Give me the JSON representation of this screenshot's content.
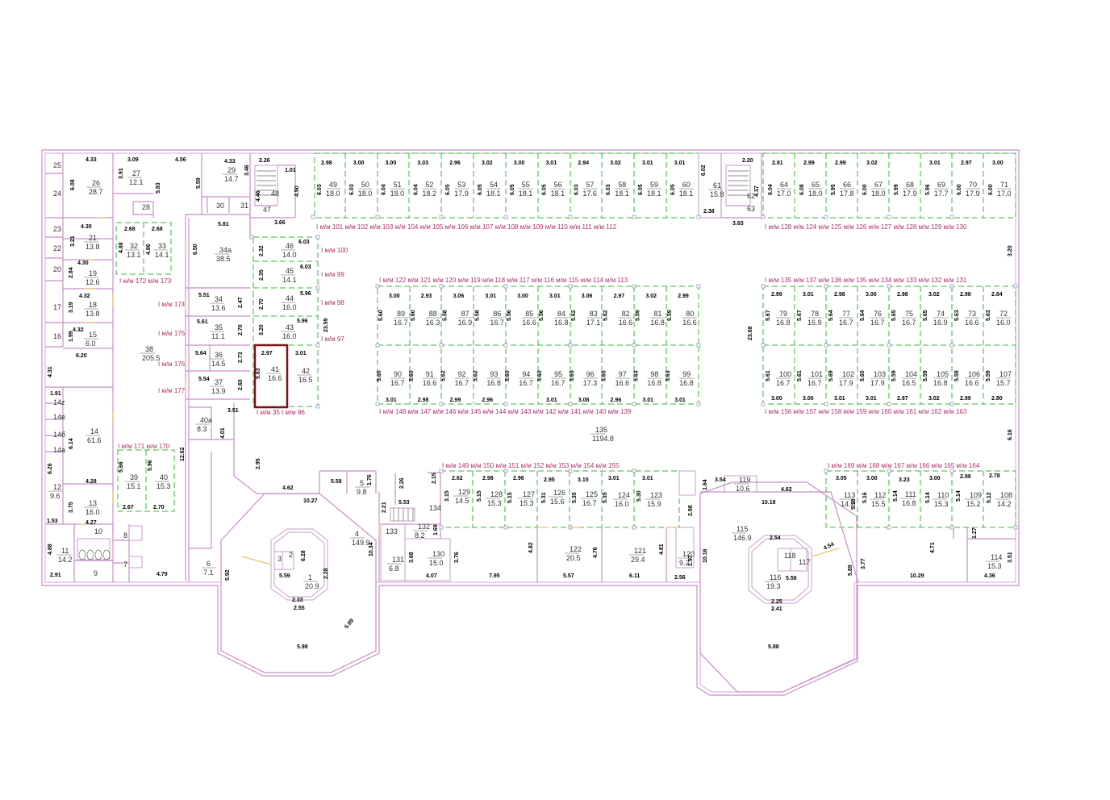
{
  "plan": {
    "selected_room": "41",
    "colors": {
      "wall": "#c78fc7",
      "parking_dash": "#33bb33",
      "parking_label": "#b0306a",
      "highlight": "#7a1414",
      "door": "#e7c46a"
    },
    "rooms": [
      {
        "id": "r25",
        "num": "25",
        "area": ""
      },
      {
        "id": "r24",
        "num": "24",
        "area": ""
      },
      {
        "id": "r26",
        "num": "26",
        "area": "28.7"
      },
      {
        "id": "r27",
        "num": "27",
        "area": "12.1"
      },
      {
        "id": "r28",
        "num": "28",
        "area": ""
      },
      {
        "id": "r29",
        "num": "29",
        "area": "14.7"
      },
      {
        "id": "r30",
        "num": "30",
        "area": ""
      },
      {
        "id": "r31",
        "num": "31",
        "area": ""
      },
      {
        "id": "r23",
        "num": "23",
        "area": ""
      },
      {
        "id": "r22",
        "num": "22",
        "area": ""
      },
      {
        "id": "r21",
        "num": "21",
        "area": "13.8"
      },
      {
        "id": "r20",
        "num": "20",
        "area": ""
      },
      {
        "id": "r19",
        "num": "19",
        "area": "12.6"
      },
      {
        "id": "r18",
        "num": "18",
        "area": "13.8"
      },
      {
        "id": "r17",
        "num": "17",
        "area": ""
      },
      {
        "id": "r16",
        "num": "16",
        "area": ""
      },
      {
        "id": "r15",
        "num": "15",
        "area": "6.0"
      },
      {
        "id": "r32",
        "num": "32",
        "area": "13.1"
      },
      {
        "id": "r33",
        "num": "33",
        "area": "14.1"
      },
      {
        "id": "r34a",
        "num": "34a",
        "area": "38.5"
      },
      {
        "id": "r34",
        "num": "34",
        "area": "13.6"
      },
      {
        "id": "r35",
        "num": "35",
        "area": "11.1"
      },
      {
        "id": "r36",
        "num": "36",
        "area": "14.5"
      },
      {
        "id": "r37",
        "num": "37",
        "area": "13.9"
      },
      {
        "id": "r38",
        "num": "38",
        "area": "205.5"
      },
      {
        "id": "r14",
        "num": "14",
        "area": "61.6"
      },
      {
        "id": "r14z",
        "num": "14z",
        "area": ""
      },
      {
        "id": "r14v",
        "num": "14в",
        "area": ""
      },
      {
        "id": "r14b",
        "num": "14б",
        "area": ""
      },
      {
        "id": "r14a",
        "num": "14а",
        "area": ""
      },
      {
        "id": "r12",
        "num": "12",
        "area": "9.6"
      },
      {
        "id": "r13",
        "num": "13",
        "area": "16.0"
      },
      {
        "id": "r10",
        "num": "10",
        "area": ""
      },
      {
        "id": "r11",
        "num": "11",
        "area": "14.2"
      },
      {
        "id": "r9",
        "num": "9",
        "area": ""
      },
      {
        "id": "r8",
        "num": "8",
        "area": ""
      },
      {
        "id": "r7",
        "num": "7",
        "area": ""
      },
      {
        "id": "r39",
        "num": "39",
        "area": "15.1"
      },
      {
        "id": "r40",
        "num": "40",
        "area": "15.3"
      },
      {
        "id": "r40a",
        "num": "40a",
        "area": "8.3"
      },
      {
        "id": "r6",
        "num": "6",
        "area": "7.1"
      },
      {
        "id": "r46",
        "num": "46",
        "area": "14.0"
      },
      {
        "id": "r45",
        "num": "45",
        "area": "14.1"
      },
      {
        "id": "r44",
        "num": "44",
        "area": "16.0"
      },
      {
        "id": "r43",
        "num": "43",
        "area": "16.0"
      },
      {
        "id": "r41",
        "num": "41",
        "area": "16.6"
      },
      {
        "id": "r42",
        "num": "42",
        "area": "16.5"
      },
      {
        "id": "r47",
        "num": "47",
        "area": ""
      },
      {
        "id": "r48",
        "num": "48",
        "area": ""
      },
      {
        "id": "r1",
        "num": "1",
        "area": "20.9"
      },
      {
        "id": "r2",
        "num": "2",
        "area": ""
      },
      {
        "id": "r3",
        "num": "3",
        "area": ""
      },
      {
        "id": "r4",
        "num": "4",
        "area": "149.9"
      },
      {
        "id": "r5",
        "num": "5",
        "area": "9.8"
      },
      {
        "id": "r131",
        "num": "131",
        "area": "6.8"
      },
      {
        "id": "r130",
        "num": "130",
        "area": "15.0"
      },
      {
        "id": "r133",
        "num": "133",
        "area": ""
      },
      {
        "id": "r132",
        "num": "132",
        "area": "8.2"
      },
      {
        "id": "r134",
        "num": "134",
        "area": ""
      },
      {
        "id": "r129",
        "num": "129",
        "area": "14.5"
      },
      {
        "id": "r128",
        "num": "128",
        "area": "15.3"
      },
      {
        "id": "r127",
        "num": "127",
        "area": "15.3"
      },
      {
        "id": "r126",
        "num": "126",
        "area": "15.6"
      },
      {
        "id": "r125",
        "num": "125",
        "area": "16.7"
      },
      {
        "id": "r124",
        "num": "124",
        "area": "16.0"
      },
      {
        "id": "r123",
        "num": "123",
        "area": "15.9"
      },
      {
        "id": "r122",
        "num": "122",
        "area": "20.5"
      },
      {
        "id": "r121",
        "num": "121",
        "area": "29.4"
      },
      {
        "id": "r120",
        "num": "120",
        "area": "9.2"
      },
      {
        "id": "r135",
        "num": "135",
        "area": "1194.8"
      },
      {
        "id": "r115",
        "num": "115",
        "area": "146.9"
      },
      {
        "id": "r116",
        "num": "116",
        "area": "19.3"
      },
      {
        "id": "r117",
        "num": "117",
        "area": ""
      },
      {
        "id": "r118",
        "num": "118",
        "area": ""
      },
      {
        "id": "r119",
        "num": "119",
        "area": "10.6"
      },
      {
        "id": "r113",
        "num": "113",
        "area": "14.2"
      },
      {
        "id": "r112",
        "num": "112",
        "area": "15.5"
      },
      {
        "id": "r111",
        "num": "111",
        "area": "16.8"
      },
      {
        "id": "r110",
        "num": "110",
        "area": "15.3"
      },
      {
        "id": "r109",
        "num": "109",
        "area": "15.2"
      },
      {
        "id": "r108",
        "num": "108",
        "area": "14.2"
      },
      {
        "id": "r114",
        "num": "114",
        "area": "15.3"
      },
      {
        "id": "r61",
        "num": "61",
        "area": "15.8"
      },
      {
        "id": "r62",
        "num": "62",
        "area": ""
      },
      {
        "id": "r63",
        "num": "63",
        "area": ""
      }
    ],
    "top_row_a": [
      {
        "num": "49",
        "area": "18.0",
        "dim": "2.98",
        "depth": "6.03"
      },
      {
        "num": "50",
        "area": "18.0",
        "dim": "3.00",
        "depth": "6.03"
      },
      {
        "num": "51",
        "area": "18.0",
        "dim": "3.00",
        "depth": "6.04"
      },
      {
        "num": "52",
        "area": "18.2",
        "dim": "3.03",
        "depth": "6.04"
      },
      {
        "num": "53",
        "area": "17.9",
        "dim": "2.96",
        "depth": "6.05"
      },
      {
        "num": "54",
        "area": "18.1",
        "dim": "3.02",
        "depth": "6.05"
      },
      {
        "num": "55",
        "area": "18.1",
        "dim": "3.00",
        "depth": "6.05"
      },
      {
        "num": "56",
        "area": "18.1",
        "dim": "3.01",
        "depth": "6.05"
      },
      {
        "num": "57",
        "area": "17.6",
        "dim": "2.94",
        "depth": "6.03"
      },
      {
        "num": "58",
        "area": "18.1",
        "dim": "3.02",
        "depth": "6.03"
      },
      {
        "num": "59",
        "area": "18.1",
        "dim": "3.01",
        "depth": "6.05"
      },
      {
        "num": "60",
        "area": "18.1",
        "dim": "3.01",
        "depth": "6.05"
      }
    ],
    "top_row_b": [
      {
        "num": "64",
        "area": "17.0",
        "dim": "2.81",
        "depth": "6.04"
      },
      {
        "num": "65",
        "area": "18.0",
        "dim": "2.99",
        "depth": "6.08"
      },
      {
        "num": "66",
        "area": "17.8",
        "dim": "2.99",
        "depth": "5.95"
      },
      {
        "num": "67",
        "area": "18.0",
        "dim": "3.02",
        "depth": "6.00"
      },
      {
        "num": "68",
        "area": "17.9",
        "dim": "",
        "depth": "5.99"
      },
      {
        "num": "69",
        "area": "17.7",
        "dim": "3.01",
        "depth": "5.96"
      },
      {
        "num": "70",
        "area": "17.9",
        "dim": "2.97",
        "depth": "6.00"
      },
      {
        "num": "71",
        "area": "17.0",
        "dim": "3.00",
        "depth": "6.00"
      }
    ],
    "mid_row_a_top": [
      {
        "num": "89",
        "area": "16.7",
        "dim": "3.00",
        "depth": "5.60"
      },
      {
        "num": "88",
        "area": "16.3",
        "dim": "2.93",
        "depth": "5.60"
      },
      {
        "num": "87",
        "area": "16.9",
        "dim": "3.06",
        "depth": "5.58"
      },
      {
        "num": "86",
        "area": "16.7",
        "dim": "3.01",
        "depth": "5.58"
      },
      {
        "num": "85",
        "area": "16.6",
        "dim": "3.00",
        "depth": "5.56"
      },
      {
        "num": "84",
        "area": "16.8",
        "dim": "3.01",
        "depth": "5.56"
      },
      {
        "num": "83",
        "area": "17.1",
        "dim": "3.06",
        "depth": "5.62"
      },
      {
        "num": "82",
        "area": "16.6",
        "dim": "2.97",
        "depth": "5.62"
      },
      {
        "num": "81",
        "area": "16.8",
        "dim": "3.02",
        "depth": "5.59"
      },
      {
        "num": "80",
        "area": "16.6",
        "dim": "2.99",
        "depth": "5.59"
      }
    ],
    "mid_row_a_bottom": [
      {
        "num": "90",
        "area": "16.7",
        "dim": "3.01",
        "depth": "5.60"
      },
      {
        "num": "91",
        "area": "16.6",
        "dim": "2.98",
        "depth": "5.60"
      },
      {
        "num": "92",
        "area": "16.7",
        "dim": "2.99",
        "depth": "5.62"
      },
      {
        "num": "93",
        "area": "16.8",
        "dim": "2.96",
        "depth": "5.62"
      },
      {
        "num": "94",
        "area": "16.7",
        "dim": "",
        "depth": "5.60"
      },
      {
        "num": "95",
        "area": "16.7",
        "dim": "3.01",
        "depth": "5.60"
      },
      {
        "num": "96",
        "area": "17.3",
        "dim": "3.08",
        "depth": "5.65"
      },
      {
        "num": "97",
        "area": "16.6",
        "dim": "2.96",
        "depth": "5.65"
      },
      {
        "num": "98",
        "area": "16.8",
        "dim": "3.01",
        "depth": "5.63"
      },
      {
        "num": "99",
        "area": "16.8",
        "dim": "3.01",
        "depth": "5.63"
      }
    ],
    "mid_row_b_top": [
      {
        "num": "79",
        "area": "16.8",
        "dim": "2.99",
        "depth": "5.67"
      },
      {
        "num": "78",
        "area": "16.9",
        "dim": "3.01",
        "depth": "5.67"
      },
      {
        "num": "77",
        "area": "16.7",
        "dim": "2.98",
        "depth": "5.64"
      },
      {
        "num": "76",
        "area": "16.7",
        "dim": "3.00",
        "depth": "5.64"
      },
      {
        "num": "75",
        "area": "16.7",
        "dim": "2.98",
        "depth": "5.65"
      },
      {
        "num": "74",
        "area": "16.9",
        "dim": "3.02",
        "depth": "5.65"
      },
      {
        "num": "73",
        "area": "16.6",
        "dim": "2.98",
        "depth": "5.63"
      },
      {
        "num": "72",
        "area": "16.0",
        "dim": "2.84",
        "depth": "5.63"
      }
    ],
    "mid_row_b_bottom": [
      {
        "num": "100",
        "area": "16.7",
        "dim": "3.00",
        "depth": "5.61"
      },
      {
        "num": "101",
        "area": "16.7",
        "dim": "3.00",
        "depth": "5.61"
      },
      {
        "num": "102",
        "area": "17.9",
        "dim": "3.01",
        "depth": "5.69"
      },
      {
        "num": "103",
        "area": "17.9",
        "dim": "3.01",
        "depth": "5.60"
      },
      {
        "num": "104",
        "area": "16.5",
        "dim": "2.97",
        "depth": "5.59"
      },
      {
        "num": "105",
        "area": "16.8",
        "dim": "3.02",
        "depth": "5.59"
      },
      {
        "num": "106",
        "area": "16.6",
        "dim": "2.99",
        "depth": "5.59"
      },
      {
        "num": "107",
        "area": "15.7",
        "dim": "2.80",
        "depth": "5.59"
      }
    ],
    "parking_rows": {
      "top_a": "I м/м 101 м/м 102 м/м 103 м/м 104 м/м 105 м/м 106 м/м 107 м/м 108 м/м 109 м/м 110 м/м 111 м/м 112",
      "top_b": "I м/м 128 м/м 124 м/м 125 м/м 126 м/м 127 м/м 128 м/м 129 м/м 130",
      "mid_a_top": "I м/м 122 м/м 121 м/м 120 м/м 119 м/м 118 м/м 117 м/м 116 м/м 115 м/м 114 м/м 113",
      "mid_a_bottom": "I м/м 148 м/м 147 м/м 146 м/м 145 м/м 144 м/м 143 м/м 142 м/м 141 м/м 140 м/м 139",
      "mid_b_top": "I м/м 135 м/м 137 м/м 136 м/м 135 м/м 134 м/м 133 м/м 132 м/м 131",
      "mid_b_bottom": "I м/м 156 м/м 157 м/м 158 м/м 159 м/м 160 м/м 161 м/м 162 м/м 163",
      "low_a": "I м/м 149 м/м 150 м/м 151 м/м 152 м/м 153 м/м 154 м/м 155",
      "low_b": "I м/м 169 м/м 168 м/м 167 м/м 166 м/м 165 м/м 164",
      "left_col": [
        "I м/м 100",
        "I м/м 99",
        "I м/м 98",
        "I м/м 97"
      ],
      "left_b": "I м/м 35 I м/м 96",
      "west": [
        "I м/м 172 м/м 173",
        "I м/м 174",
        "I м/м 175",
        "I м/м 176",
        "I м/м 177",
        "I м/м 171 м/м 170"
      ]
    },
    "dims": {
      "d433a": "4.33",
      "d309": "3.09",
      "d456": "4.56",
      "d433b": "4.33",
      "d226": "2.26",
      "d101": "1.01",
      "d608": "6.08",
      "d391": "3.91",
      "d583": "5.83",
      "d559": "5.59",
      "d346": "3.46",
      "d446": "4.46",
      "d450": "4.50",
      "d366": "3.66",
      "d581": "5.81",
      "d603a": "6.03",
      "d603b": "6.03",
      "d596a": "5.96",
      "d596b": "5.96",
      "d232": "2.32",
      "d235": "2.35",
      "d270": "2.70",
      "d320": "3.20",
      "d297": "2.97",
      "d301": "3.01",
      "d563": "5.63",
      "d2359": "23.59",
      "d436": "4.30",
      "d430": "4.30",
      "d321": "3.21",
      "d284": "2.84",
      "d432": "4.32",
      "d319": "3.19",
      "d199": "1.99",
      "d432b": "4.32",
      "d620": "6.20",
      "d431": "4.31",
      "d191": "1.91",
      "d614": "6.14",
      "d626": "6.26",
      "d428": "4.28",
      "d375": "3.75",
      "d153": "1.53",
      "d427": "4.27",
      "d488": "4.88",
      "d291": "2.91",
      "d479": "4.79",
      "d268": "2.68",
      "d268b": "2.68",
      "d488b": "4.88",
      "d486": "4.86",
      "d650": "6.50",
      "d551": "5.51",
      "d561": "5.61",
      "d247": "2.47",
      "d270b": "2.70",
      "d564": "5.64",
      "d273": "2.73",
      "d554": "5.54",
      "d260": "2.60",
      "d351": "3.51",
      "d401": "4.01",
      "d1262": "12.62",
      "d295": "2.95",
      "d566": "5.66",
      "d596c": "5.96",
      "d267": "2.67",
      "d270c": "2.70",
      "d462": "4.62",
      "d1027": "10.27",
      "d558": "5.58",
      "d176": "1.76",
      "d226b": "2.26",
      "d215": "2.15",
      "d553": "5.53",
      "d221": "2.21",
      "d169": "1.69",
      "d1034": "10.34",
      "d592": "5.92",
      "d233": "2.33",
      "d255": "2.55",
      "d598": "5.98",
      "d589": "5.89",
      "d559b": "5.59",
      "d628": "6.28",
      "d228": "2.28",
      "d368": "3.68",
      "d407": "4.07",
      "d376": "3.76",
      "d795": "7.95",
      "d482": "4.82",
      "d557": "5.57",
      "d476": "4.76",
      "d611": "6.11",
      "d481": "4.81",
      "d256": "2.56",
      "d297b": "2.97",
      "d298": "2.98",
      "d262": "2.62",
      "d298b": "2.98",
      "d296": "2.96",
      "d295b": "2.95",
      "d315": "3.15",
      "d301b": "3.01",
      "d301c": "3.01",
      "d315b": "3.15",
      "d515a": "5.15",
      "d515b": "5.15",
      "d531": "5.31",
      "d535a": "5.35",
      "d535b": "5.35",
      "d530": "5.30",
      "d1016": "10.16",
      "d164": "1.64",
      "d354": "3.54",
      "d462b": "4.62",
      "d1018": "10.18",
      "d254": "2.54",
      "d454": "4.54",
      "d556": "5.56",
      "d225": "2.25",
      "d241": "2.41",
      "d588": "5.88",
      "d589b": "5.89",
      "d377": "3.77",
      "d1029": "10.29",
      "d471": "4.71",
      "d127": "1.27",
      "d436b": "4.36",
      "d351b": "3.51",
      "d305": "3.05",
      "d300": "3.00",
      "d323": "3.23",
      "d300b": "3.00",
      "d299": "2.99",
      "d278": "2.78",
      "d518": "5.18",
      "d516": "5.16",
      "d514a": "5.14",
      "d514b": "5.14",
      "d514c": "5.14",
      "d512": "5.12",
      "d2368": "23.68",
      "d238": "2.38",
      "d602": "6.02",
      "d383": "3.83",
      "d220": "2.20",
      "d437": "4.37",
      "d320b": "3.20",
      "d616": "6.16"
    }
  }
}
